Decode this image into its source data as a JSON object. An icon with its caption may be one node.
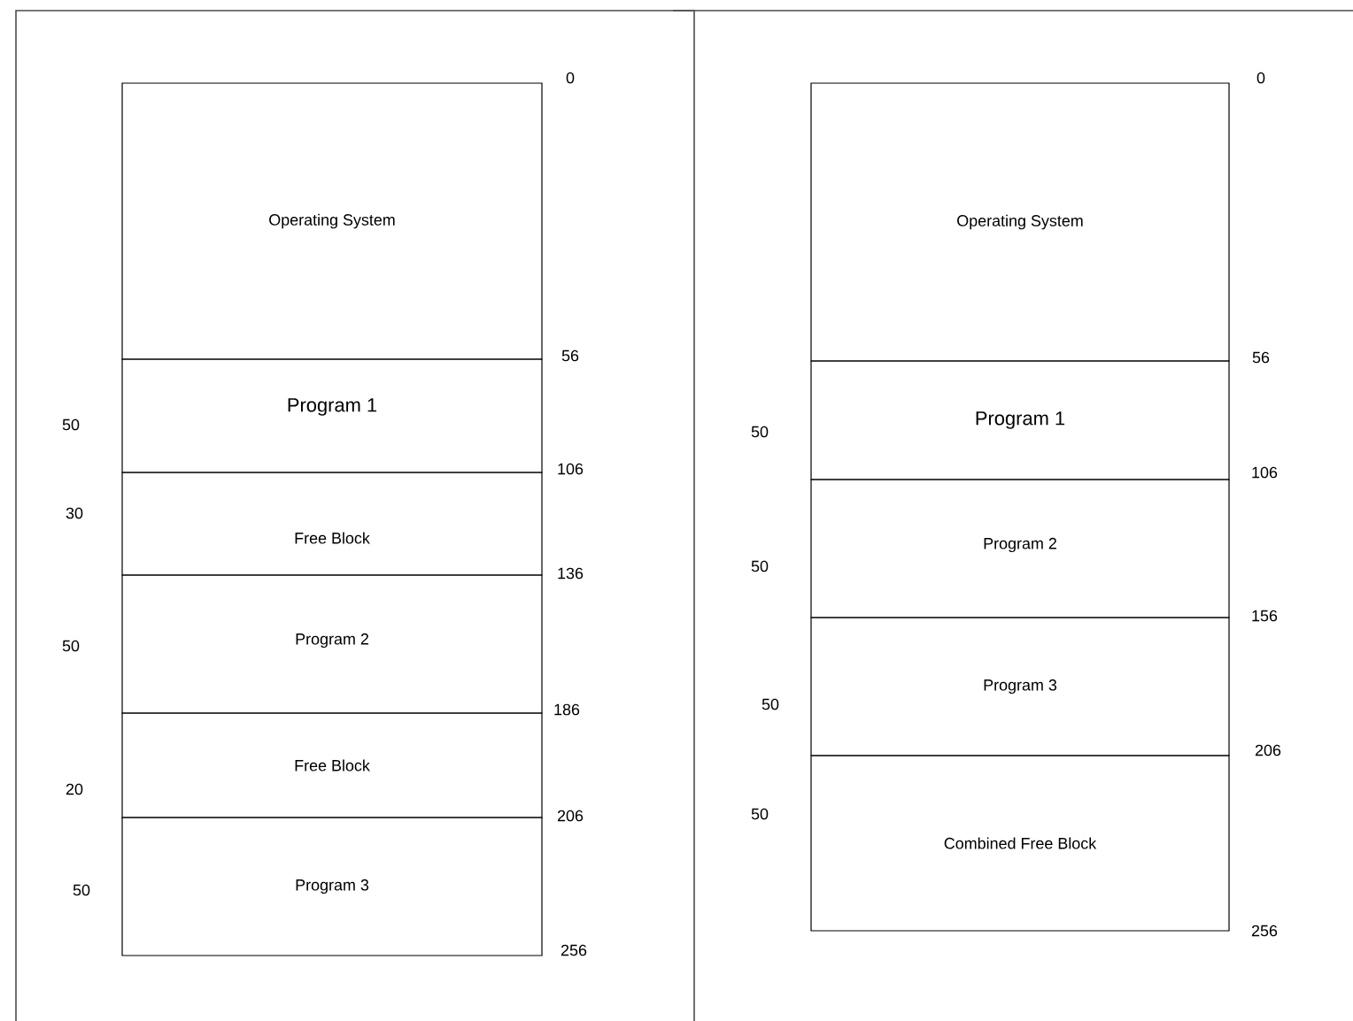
{
  "diagram": {
    "nodes": [
      {
        "text": [
          "Operating System"
        ]
      },
      {
        "text": [
          "Program 1"
        ],
        "beside": [
          "50"
        ]
      },
      {
        "text": [
          "Free Block"
        ],
        "beside": [
          "30"
        ]
      },
      {
        "text": [
          "Program 2"
        ],
        "beside": [
          "50"
        ]
      },
      {
        "text": [
          "Free Block"
        ],
        "beside": [
          "20"
        ]
      },
      {
        "text": [
          "Program 3"
        ],
        "beside": [
          "50"
        ]
      },
      {
        "text": [
          "Operating System"
        ]
      },
      {
        "text": [
          "Program 1"
        ],
        "beside": [
          "50"
        ]
      },
      {
        "text": [
          "Program 2"
        ],
        "beside": [
          "50"
        ]
      },
      {
        "text": [
          "Program 3"
        ],
        "beside": [
          "50"
        ]
      },
      {
        "text": [
          "Combined Free Block"
        ],
        "beside": [
          "50"
        ]
      }
    ],
    "labels": [
      "0",
      "56",
      "106",
      "136",
      "186",
      "206",
      "256",
      "0",
      "56",
      "106",
      "156",
      "206",
      "256"
    ]
  }
}
